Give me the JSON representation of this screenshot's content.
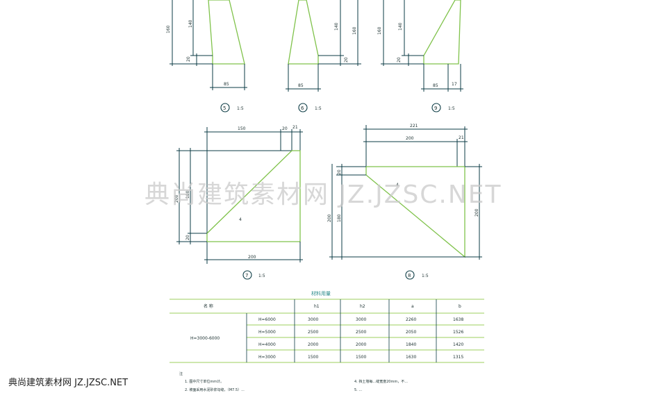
{
  "details": [
    {
      "id": "5",
      "scale": "1:5",
      "dims": [
        "160",
        "140",
        "20",
        "85"
      ]
    },
    {
      "id": "6",
      "scale": "1:5",
      "dims": [
        "140",
        "160",
        "20",
        "85"
      ]
    },
    {
      "id": "9",
      "scale": "1:5",
      "dims": [
        "160",
        "140",
        "20",
        "85",
        "17"
      ]
    },
    {
      "id": "7",
      "scale": "1:5",
      "dims": [
        "150",
        "20",
        "21",
        "200",
        "180",
        "20",
        "200"
      ],
      "mark": "4"
    },
    {
      "id": "8",
      "scale": "1:5",
      "dims": [
        "221",
        "200",
        "21",
        "20",
        "200",
        "180",
        "200"
      ],
      "mark": "4"
    }
  ],
  "table": {
    "title": "材料用量",
    "header": [
      "名 称",
      "",
      "h1",
      "h2",
      "a",
      "b"
    ],
    "group_label": "H=3000-6000",
    "rows": [
      [
        "H=6000",
        "3000",
        "3000",
        "2260",
        "1638"
      ],
      [
        "H=5000",
        "2500",
        "2500",
        "2050",
        "1526"
      ],
      [
        "H=4000",
        "2000",
        "2000",
        "1840",
        "1420"
      ],
      [
        "H=3000",
        "1500",
        "1500",
        "1630",
        "1315"
      ]
    ]
  },
  "notes": {
    "heading": "注",
    "items": [
      "1. 图中尺寸单位mm计。",
      "2. 坡面采用水泥砂浆勾缝，（M7.5）...",
      "4. 挡土墙每...缝宽度20mm，不...",
      "5. ..."
    ]
  },
  "watermark": {
    "main": "典尚建筑素材网 JZ.JZSC.NET",
    "corner": "典尚建筑素材网 JZ.JZSC.NET"
  }
}
